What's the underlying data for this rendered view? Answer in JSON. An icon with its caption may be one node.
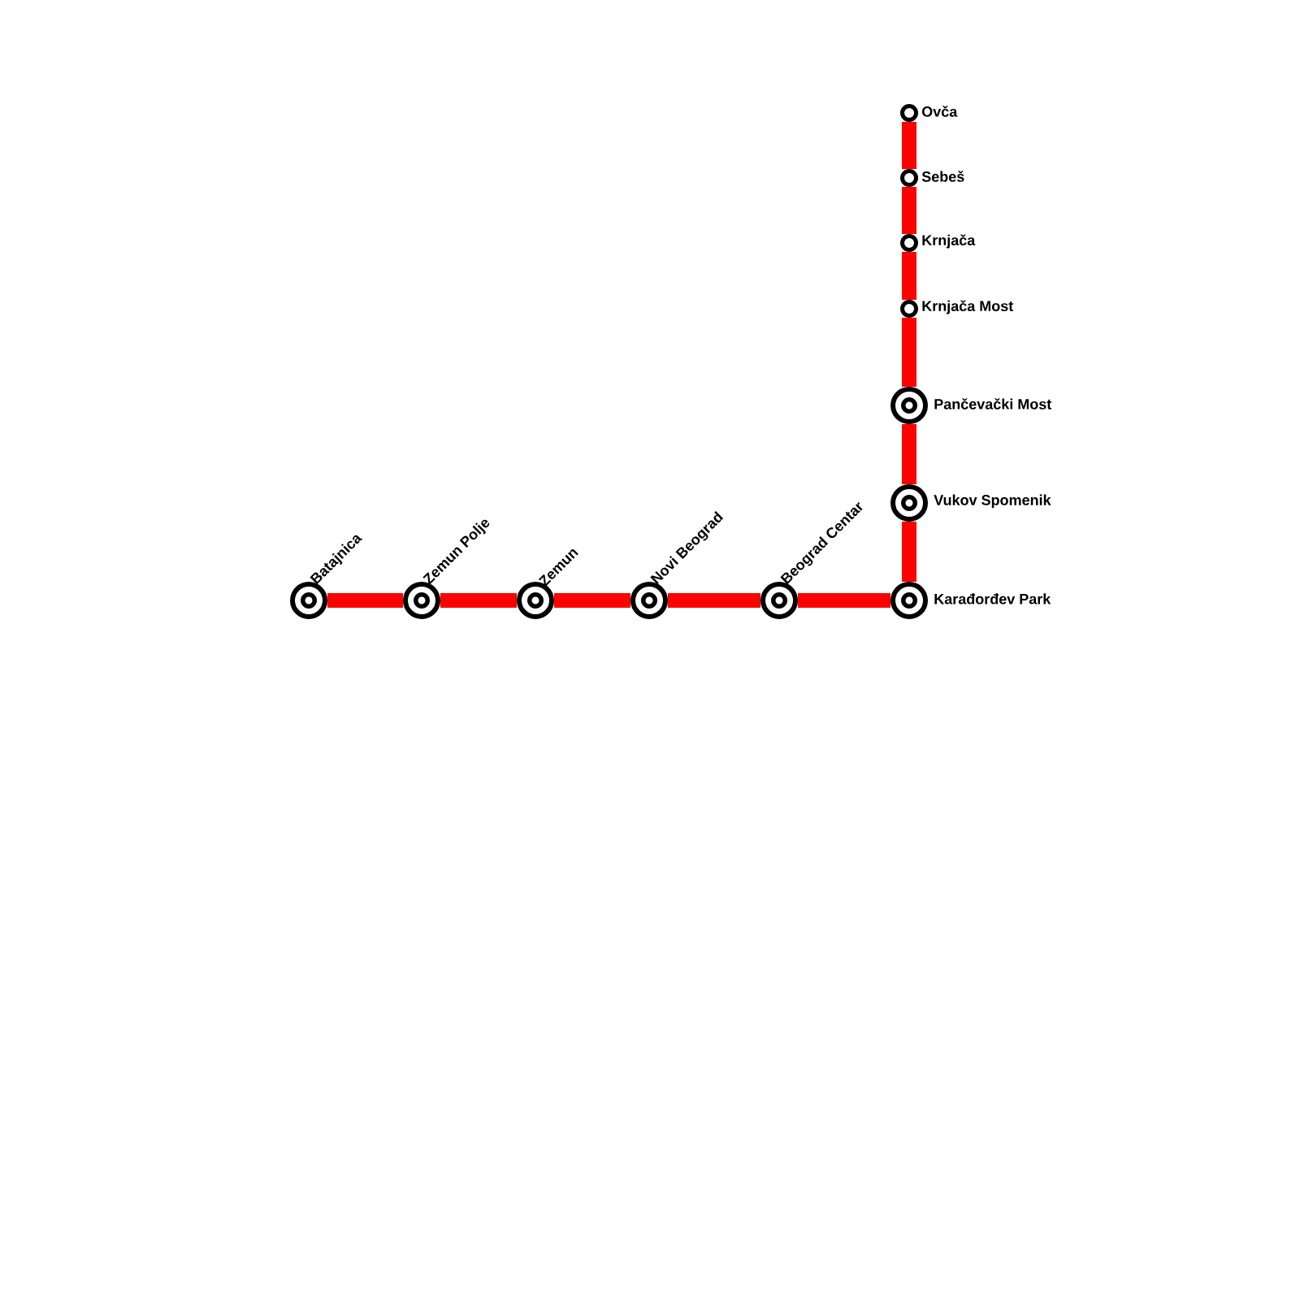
{
  "diagram": {
    "nodes": [
      {
        "text": [],
        "shape": "circle",
        "beside": [
          "Ovča"
        ]
      },
      {
        "text": [],
        "shape": "circle",
        "beside": [
          "Sebeš"
        ]
      },
      {
        "text": [],
        "shape": "circle",
        "beside": [
          "Krnjača"
        ]
      },
      {
        "text": [],
        "shape": "circle",
        "beside": [
          "Krnjača Most"
        ]
      },
      {
        "text": [],
        "shape": "target",
        "beside": [
          "Pančevački Most"
        ]
      },
      {
        "text": [],
        "shape": "target",
        "beside": [
          "Vukov Spomenik"
        ]
      },
      {
        "text": [],
        "shape": "target",
        "beside": [
          "Batajnica"
        ]
      },
      {
        "text": [],
        "shape": "target",
        "beside": [
          "Zemun Polje"
        ]
      },
      {
        "text": [],
        "shape": "target",
        "beside": [
          "Zemun"
        ]
      },
      {
        "text": [],
        "shape": "target",
        "beside": [
          "Novi Beograd"
        ]
      },
      {
        "text": [],
        "shape": "target",
        "beside": [
          "Beograd Centar"
        ]
      },
      {
        "text": [],
        "shape": "target",
        "beside": [
          "Karađorđev Park"
        ]
      }
    ],
    "edges": [
      {
        "from": 0,
        "to": 1,
        "arrow": "none"
      },
      {
        "from": 1,
        "to": 2,
        "arrow": "none"
      },
      {
        "from": 2,
        "to": 3,
        "arrow": "none"
      },
      {
        "from": 3,
        "to": 4,
        "arrow": "none"
      },
      {
        "from": 4,
        "to": 5,
        "arrow": "none"
      },
      {
        "from": 5,
        "to": 11,
        "arrow": "none"
      },
      {
        "from": 6,
        "to": 7,
        "arrow": "none"
      },
      {
        "from": 7,
        "to": 8,
        "arrow": "none"
      },
      {
        "from": 8,
        "to": 9,
        "arrow": "none"
      },
      {
        "from": 9,
        "to": 10,
        "arrow": "none"
      },
      {
        "from": 10,
        "to": 11,
        "arrow": "none"
      }
    ]
  }
}
